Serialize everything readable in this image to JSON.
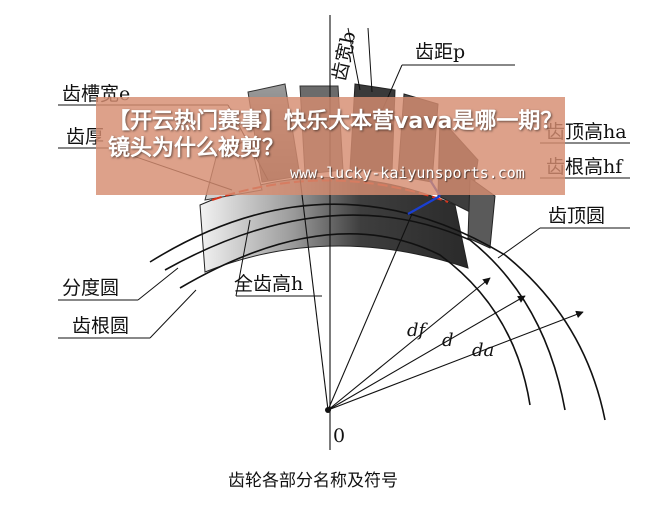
{
  "labels": {
    "tooth_width": "齿宽b",
    "pitch": "齿距p",
    "space_width": "齿槽宽e",
    "tooth_thickness": "齿厚",
    "addendum": "齿顶高ha",
    "dedendum": "齿根高hf",
    "tip_circle": "齿顶圆",
    "pitch_circle": "分度圆",
    "root_circle": "齿根圆",
    "whole_depth": "全齿高h",
    "root_diameter": "df",
    "pitch_diameter": "d",
    "tip_diameter": "da",
    "center": "0"
  },
  "caption": "齿轮各部分名称及符号",
  "watermark": {
    "title": "【开云热门赛事】快乐大本营vava是哪一期？镜头为什么被剪？",
    "url": "www.lucky-kaiyunsports.com"
  },
  "colors": {
    "line": "#111111",
    "accent_red": "#d8341c",
    "accent_blue": "#1a3fd1",
    "overlay": "#d68c70"
  }
}
